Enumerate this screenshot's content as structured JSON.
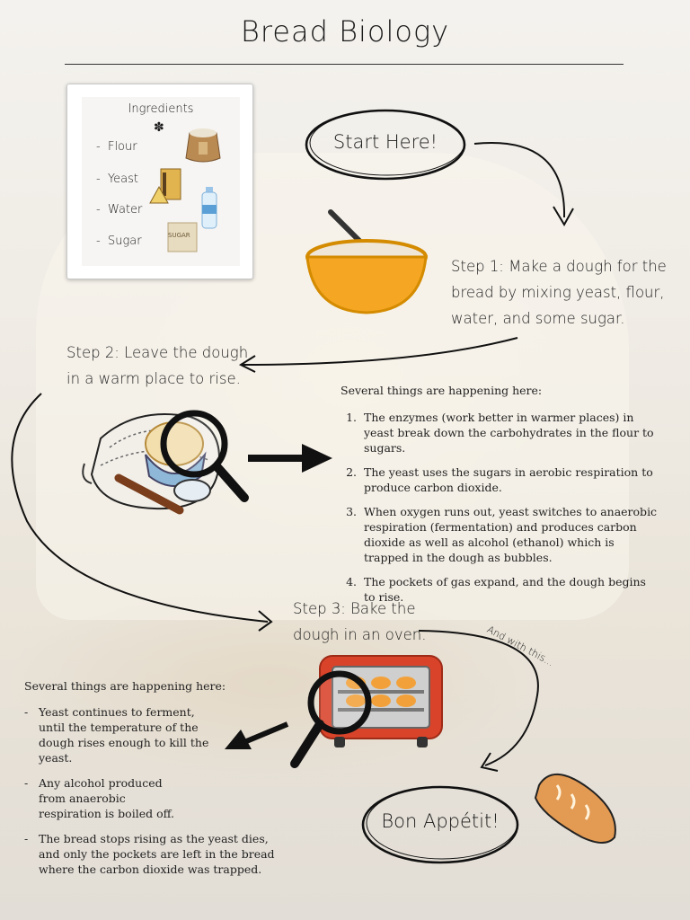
{
  "title": "Bread Biology",
  "ingredients": {
    "heading": "Ingredients",
    "items": [
      "Flour",
      "Yeast",
      "Water",
      "Sugar"
    ],
    "sugar_bag_label": "SUGAR"
  },
  "start_label": "Start Here!",
  "step1": {
    "line1": "Step 1: Make a dough for the",
    "line2": "bread by mixing yeast, flour,",
    "line3": "water, and some sugar."
  },
  "step2": {
    "line1": "Step 2: Leave the dough",
    "line2": "in a warm place to rise."
  },
  "rise": {
    "intro": "Several things are happening here:",
    "points": [
      "The enzymes (work better in warmer places) in yeast break down the carbohydrates in the flour to sugars.",
      "The yeast uses the sugars in aerobic respiration to produce carbon dioxide.",
      "When oxygen runs out, yeast switches to anaerobic respiration (fermentation) and produces carbon dioxide as well as alcohol (ethanol) which is trapped in the dough as bubbles.",
      "The pockets of gas expand, and the dough begins to rise."
    ]
  },
  "step3": {
    "line1": "Step 3: Bake the",
    "line2": "dough in an oven."
  },
  "bake": {
    "intro": "Several things are happening here:",
    "points": [
      "Yeast continues to ferment, until the temperature of the dough rises enough to kill the yeast.",
      "Any alcohol produced from anaerobic respiration is boiled off.",
      "The bread stops rising as the yeast dies, and only the pockets are left in the bread where the carbon dioxide was trapped."
    ]
  },
  "and_with_this": "And with this...",
  "end_label": "Bon Appétit!",
  "colors": {
    "bowl": "#f5a623",
    "oven": "#d9432a",
    "bread": "#e39a52",
    "ink": "#1a1a1a"
  }
}
